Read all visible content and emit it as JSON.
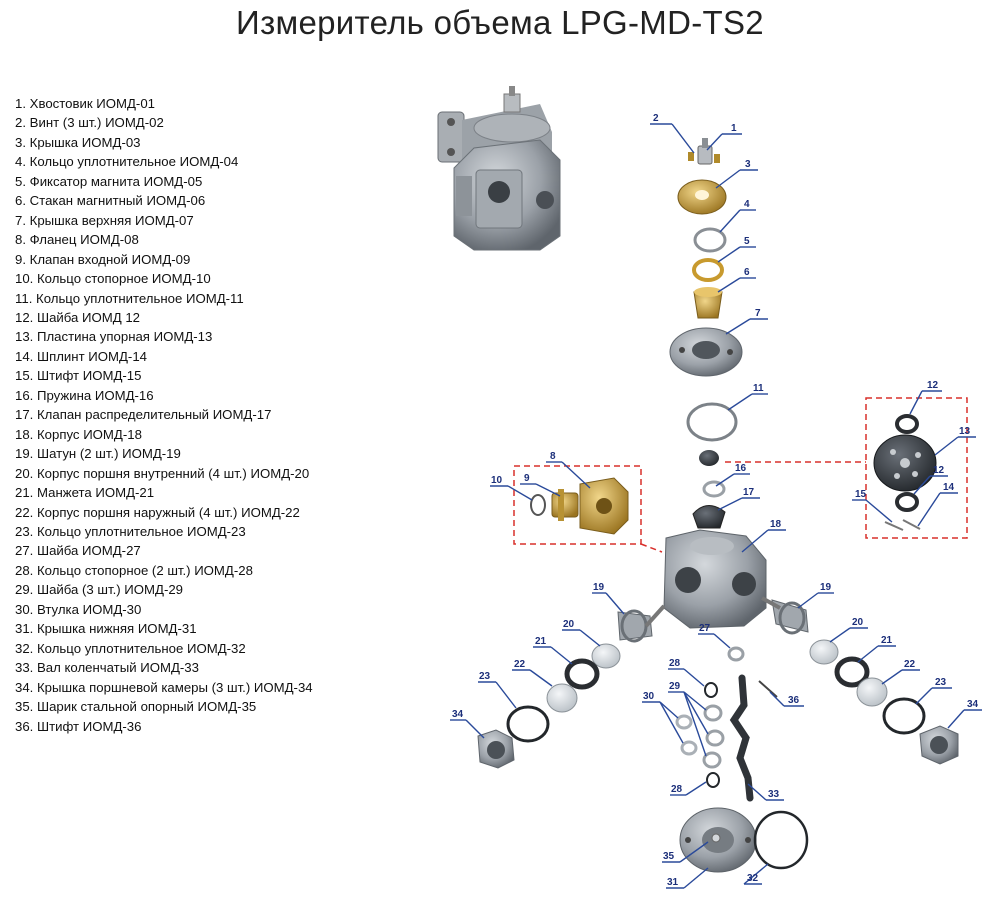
{
  "title": "Измеритель объема LPG-MD-TS2",
  "parts": [
    "1. Хвостовик ИОМД-01",
    "2. Винт (3 шт.) ИОМД-02",
    "3. Крышка ИОМД-03",
    "4. Кольцо уплотнительное ИОМД-04",
    "5. Фиксатор магнита ИОМД-05",
    "6. Стакан магнитный ИОМД-06",
    "7. Крышка верхняя ИОМД-07",
    "8. Фланец ИОМД-08",
    "9. Клапан входной ИОМД-09",
    "10. Кольцо стопорное ИОМД-10",
    "11. Кольцо уплотнительное ИОМД-11",
    "12. Шайба ИОМД 12",
    "13. Пластина упорная ИОМД-13",
    "14. Шплинт ИОМД-14",
    "15. Штифт ИОМД-15",
    "16. Пружина ИОМД-16",
    "17. Клапан распределительный ИОМД-17",
    "18. Корпус ИОМД-18",
    "19. Шатун (2 шт.) ИОМД-19",
    "20. Корпус поршня внутренний (4 шт.) ИОМД-20",
    "21. Манжета ИОМД-21",
    "22. Корпус поршня наружный (4 шт.) ИОМД-22",
    "23. Кольцо уплотнительное ИОМД-23",
    "27. Шайба ИОМД-27",
    "28. Кольцо стопорное (2 шт.) ИОМД-28",
    "29. Шайба (3 шт.) ИОМД-29",
    "30. Втулка ИОМД-30",
    "31. Крышка нижняя ИОМД-31",
    "32. Кольцо уплотнительное ИОМД-32",
    "33. Вал коленчатый ИОМД-33",
    "34. Крышка поршневой камеры (3 шт.) ИОМД-34",
    "35. Шарик стальной опорный ИОМД-35",
    "36. Штифт ИОМД-36"
  ],
  "callouts": {
    "c1": "1",
    "c2": "2",
    "c3": "3",
    "c4": "4",
    "c5": "5",
    "c6": "6",
    "c7": "7",
    "c8": "8",
    "c9": "9",
    "c10": "10",
    "c11": "11",
    "c12a": "12",
    "c12b": "12",
    "c13": "13",
    "c14": "14",
    "c15": "15",
    "c16": "16",
    "c17": "17",
    "c18": "18",
    "c19l": "19",
    "c19r": "19",
    "c20l": "20",
    "c20r": "20",
    "c21l": "21",
    "c21r": "21",
    "c22l": "22",
    "c22r": "22",
    "c23l": "23",
    "c23r": "23",
    "c27": "27",
    "c28a": "28",
    "c28b": "28",
    "c29": "29",
    "c30": "30",
    "c31": "31",
    "c32": "32",
    "c33": "33",
    "c34l": "34",
    "c34r": "34",
    "c35": "35",
    "c36": "36"
  },
  "colors": {
    "callout": "#2a4a9a",
    "detail_box": "#d9302c",
    "metal_gray": "#8f969e",
    "brass": "#c9a13a"
  }
}
